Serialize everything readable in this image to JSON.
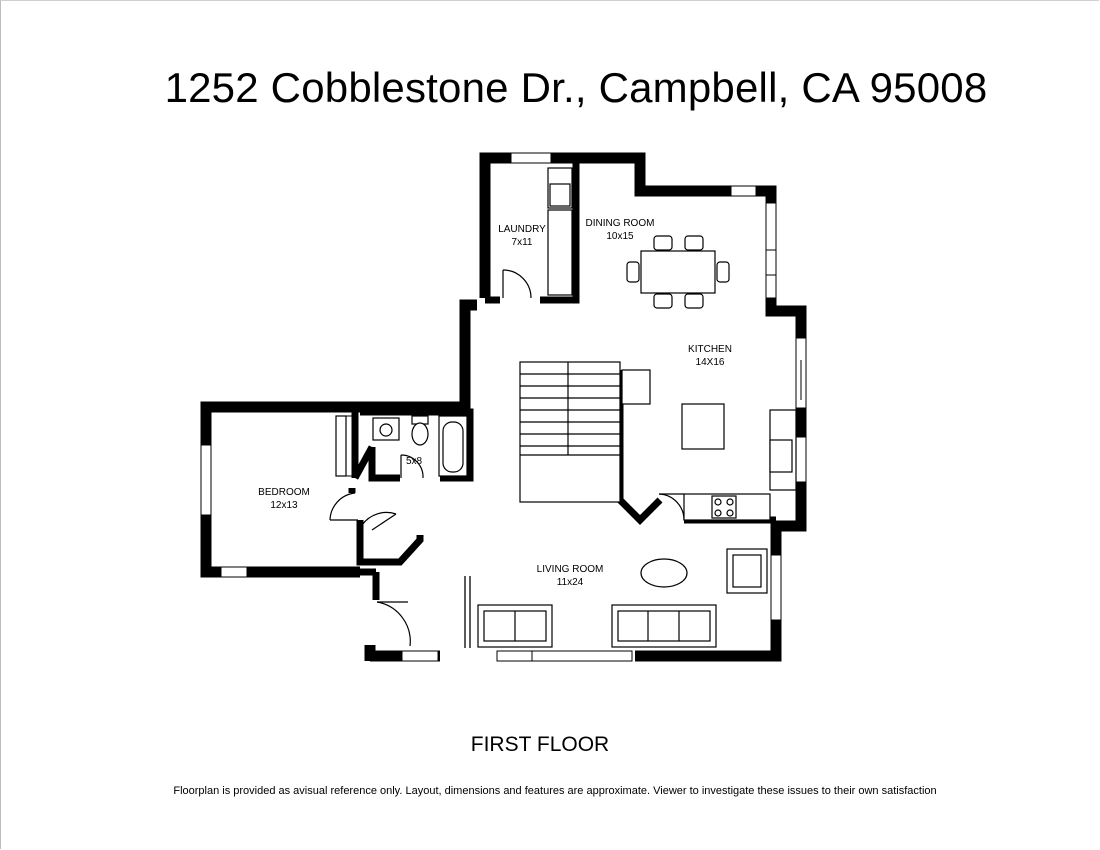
{
  "header": {
    "address": "1252 Cobblestone Dr., Campbell, CA 95008"
  },
  "plan": {
    "floor_label": "FIRST FLOOR",
    "rooms": [
      {
        "id": "laundry",
        "name": "LAUNDRY",
        "dims": "7x11"
      },
      {
        "id": "dining",
        "name": "DINING ROOM",
        "dims": "10x15"
      },
      {
        "id": "kitchen",
        "name": "KITCHEN",
        "dims": "14X16"
      },
      {
        "id": "bath",
        "name": "",
        "dims": "5x8"
      },
      {
        "id": "bedroom",
        "name": "BEDROOM",
        "dims": "12x13"
      },
      {
        "id": "living",
        "name": "LIVING ROOM",
        "dims": "11x24"
      }
    ]
  },
  "footer": {
    "disclaimer": "Floorplan is provided as avisual reference only. Layout, dimensions and features are approximate. Viewer to investigate these issues to their own satisfaction"
  }
}
